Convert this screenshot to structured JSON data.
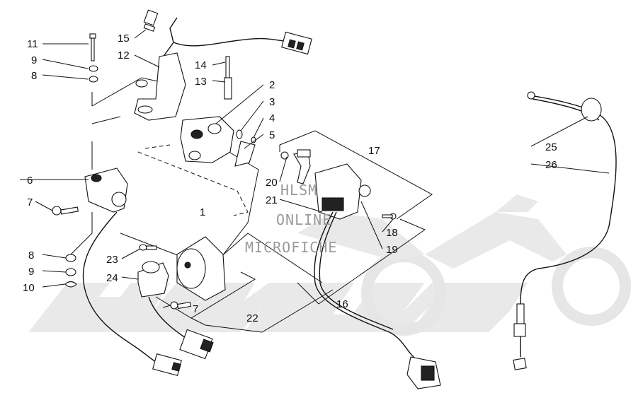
{
  "watermark": {
    "lines": [
      "HLSM",
      "ONLINE",
      "MICROFICHE"
    ],
    "logo_color": "#e8e8e8"
  },
  "callouts": [
    {
      "id": "c11",
      "text": "11"
    },
    {
      "id": "c9a",
      "text": "9"
    },
    {
      "id": "c8a",
      "text": "8"
    },
    {
      "id": "c15",
      "text": "15"
    },
    {
      "id": "c12",
      "text": "12"
    },
    {
      "id": "c14",
      "text": "14"
    },
    {
      "id": "c13",
      "text": "13"
    },
    {
      "id": "c2",
      "text": "2"
    },
    {
      "id": "c3",
      "text": "3"
    },
    {
      "id": "c4",
      "text": "4"
    },
    {
      "id": "c5",
      "text": "5"
    },
    {
      "id": "c17",
      "text": "17"
    },
    {
      "id": "c6",
      "text": "6"
    },
    {
      "id": "c7a",
      "text": "7"
    },
    {
      "id": "c1",
      "text": "1"
    },
    {
      "id": "c20",
      "text": "20"
    },
    {
      "id": "c21",
      "text": "21"
    },
    {
      "id": "c18",
      "text": "18"
    },
    {
      "id": "c19",
      "text": "19"
    },
    {
      "id": "c8b",
      "text": "8"
    },
    {
      "id": "c9b",
      "text": "9"
    },
    {
      "id": "c10",
      "text": "10"
    },
    {
      "id": "c23",
      "text": "23"
    },
    {
      "id": "c24",
      "text": "24"
    },
    {
      "id": "c7b",
      "text": "7"
    },
    {
      "id": "c22",
      "text": "22"
    },
    {
      "id": "c16",
      "text": "16"
    },
    {
      "id": "c25",
      "text": "25"
    },
    {
      "id": "c26",
      "text": "26"
    }
  ]
}
